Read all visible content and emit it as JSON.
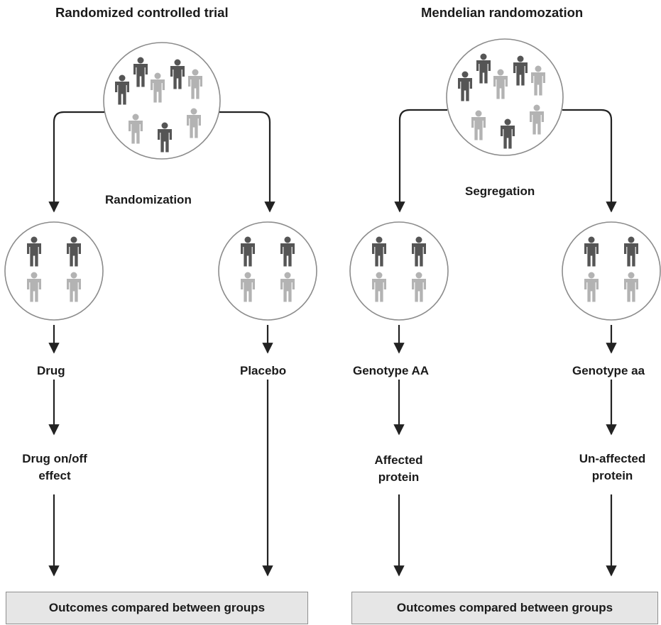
{
  "left_panel": {
    "title": "Randomized controlled trial",
    "split_label": "Randomization",
    "branch_a": {
      "step1": "Drug",
      "step2": "Drug on/off effect"
    },
    "branch_b": {
      "step1": "Placebo"
    },
    "outcome": "Outcomes compared between groups"
  },
  "right_panel": {
    "title": "Mendelian randomozation",
    "split_label": "Segregation",
    "branch_a": {
      "step1": "Genotype AA",
      "step2": "Affected protein"
    },
    "branch_b": {
      "step1": "Genotype aa",
      "step2": "Un-affected protein"
    },
    "outcome": "Outcomes compared between groups"
  },
  "colors": {
    "dark_person": "#555555",
    "light_person": "#b3b3b3",
    "outline": "#8c8c8c",
    "line": "#222222",
    "box": "#e6e6e6"
  }
}
